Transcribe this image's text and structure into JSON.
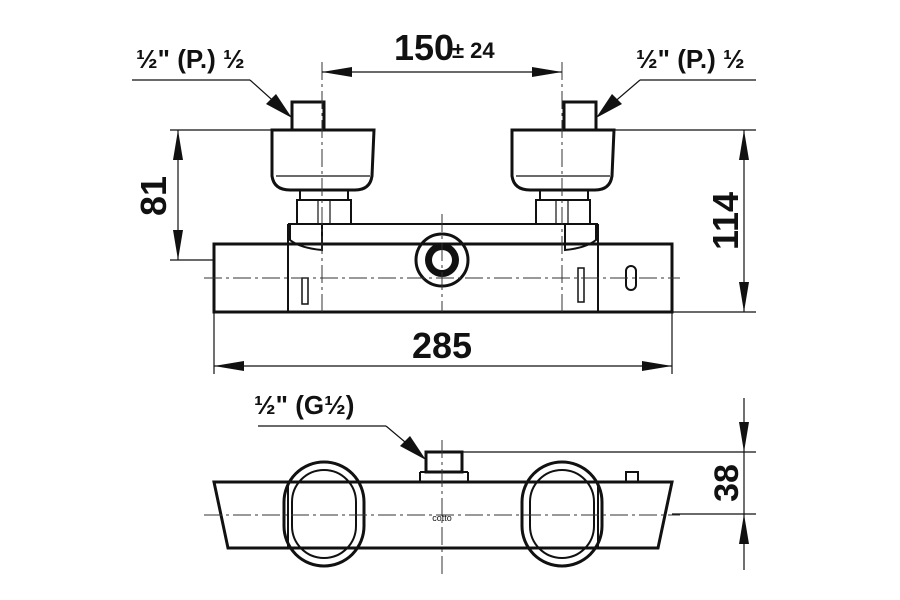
{
  "drawing": {
    "labels": {
      "width_total": "285",
      "center_distance": "150",
      "center_tolerance": "± 24",
      "height_inlet": "81",
      "height_total": "114",
      "depth": "38",
      "thread_top_left": "½\" (P.) ½",
      "thread_top_right": "½\" (P.) ½",
      "thread_outlet": "½\" (G½)",
      "brand": "cotto"
    }
  }
}
